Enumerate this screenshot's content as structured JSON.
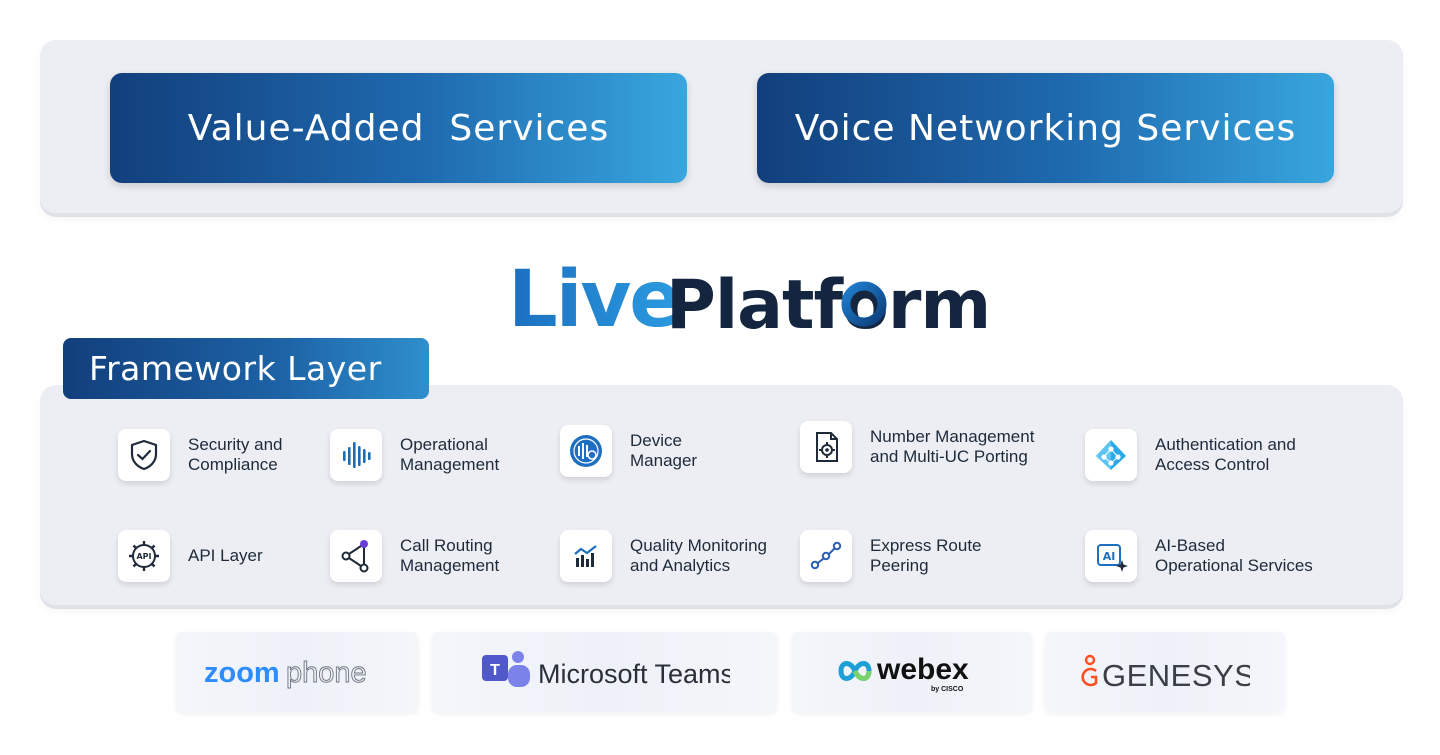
{
  "services": {
    "left_label": "Value-Added  Services",
    "right_label": "Voice Networking Services"
  },
  "logo": {
    "part1": "Live",
    "part2": "Platform"
  },
  "framework": {
    "title": "Framework Layer",
    "features": [
      {
        "label": "Security and\nCompliance",
        "icon": "shield-check-icon"
      },
      {
        "label": "Operational\nManagement",
        "icon": "audio-bars-icon"
      },
      {
        "label": "Device\nManager",
        "icon": "device-settings-icon"
      },
      {
        "label": "Number Management\nand Multi-UC Porting",
        "icon": "document-gear-icon"
      },
      {
        "label": "Authentication and\nAccess Control",
        "icon": "azure-ad-icon"
      },
      {
        "label": "API Layer",
        "icon": "api-gear-icon"
      },
      {
        "label": "Call Routing\nManagement",
        "icon": "routing-nodes-icon"
      },
      {
        "label": "Quality Monitoring\nand Analytics",
        "icon": "analytics-chart-icon"
      },
      {
        "label": "Express Route\nPeering",
        "icon": "route-path-icon"
      },
      {
        "label": "AI-Based\nOperational Services",
        "icon": "ai-sparkle-icon"
      }
    ]
  },
  "partners": {
    "zoom": {
      "word1": "zoom",
      "word2": "phone"
    },
    "teams": {
      "text": "Microsoft Teams"
    },
    "webex": {
      "text": "webex",
      "sub": "by CISCO"
    },
    "genesys": {
      "text": "GENESYS"
    }
  },
  "colors": {
    "gradient_dark": "#123f7c",
    "gradient_light": "#38a6de",
    "panel_bg": "#eceef3",
    "text_dark": "#1e2a3a"
  }
}
